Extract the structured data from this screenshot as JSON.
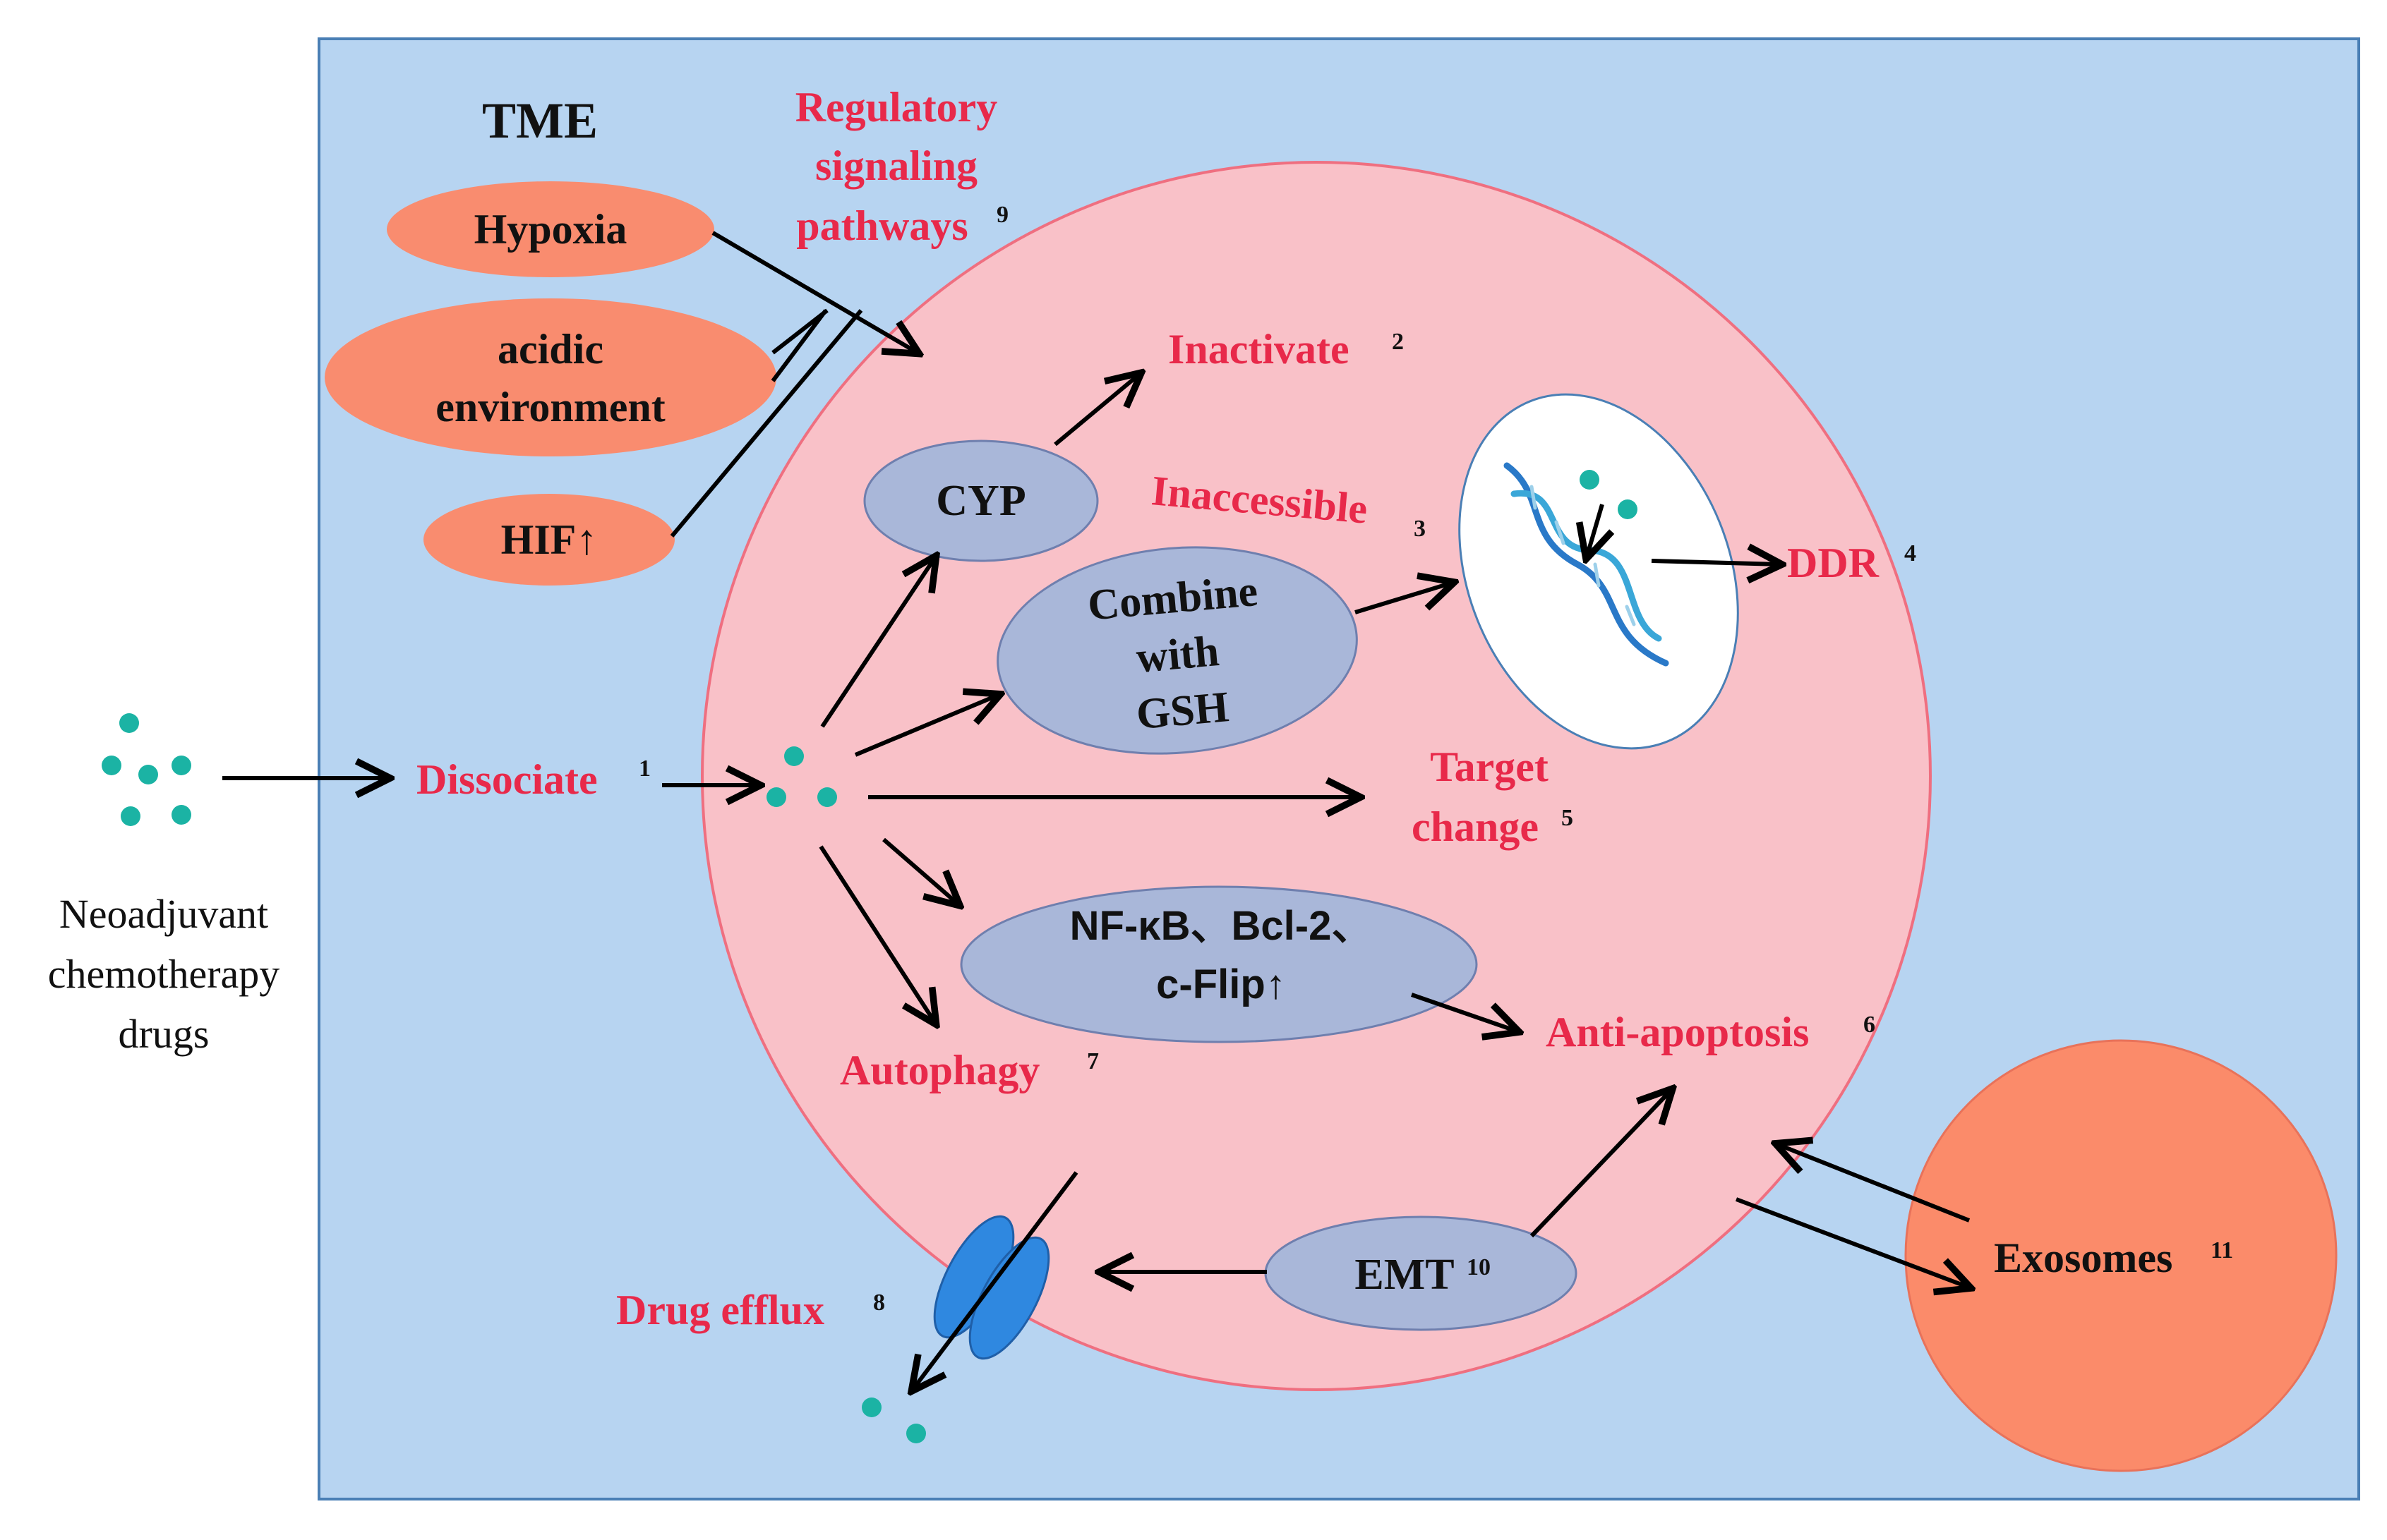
{
  "colors": {
    "background_panel": "#b7d4f1",
    "cell": "#f9c1c8",
    "tme_factor": "#f98c6f",
    "internal_node": "#a9b7d9",
    "label_red": "#e8294a",
    "drug_dot": "#1bb3a4",
    "exosome": "#fb8b6a",
    "transporter": "#2f88e0"
  },
  "tme": {
    "title": "TME",
    "hypoxia": "Hypoxia",
    "acidic_line1": "acidic",
    "acidic_line2": "environment",
    "hif": "HIF↑"
  },
  "regulatory": {
    "line1": "Regulatory",
    "line2": "signaling",
    "line3": "pathways",
    "ref": "9"
  },
  "drugs_label": {
    "line1": "Neoadjuvant",
    "line2": "chemotherapy",
    "line3": "drugs"
  },
  "mechanisms": {
    "dissociate": "Dissociate",
    "dissociate_ref": "1",
    "inactivate": "Inactivate",
    "inactivate_ref": "2",
    "inaccessible": "Inaccessible",
    "inaccessible_ref": "3",
    "ddr": "DDR",
    "ddr_ref": "4",
    "target_line1": "Target",
    "target_line2": "change",
    "target_ref": "5",
    "anti_apoptosis": "Anti-apoptosis",
    "anti_apoptosis_ref": "6",
    "autophagy": "Autophagy",
    "autophagy_ref": "7",
    "drug_efflux": "Drug efflux",
    "drug_efflux_ref": "8",
    "exosomes": "Exosomes",
    "exosomes_ref": "11"
  },
  "nodes": {
    "cyp": "CYP",
    "gsh_line1": "Combine",
    "gsh_line2": "with",
    "gsh_line3": "GSH",
    "nfkb_line1": "NF-κB、Bcl-2、",
    "nfkb_line2": "c-Flip↑",
    "emt": "EMT",
    "emt_ref": "10"
  }
}
